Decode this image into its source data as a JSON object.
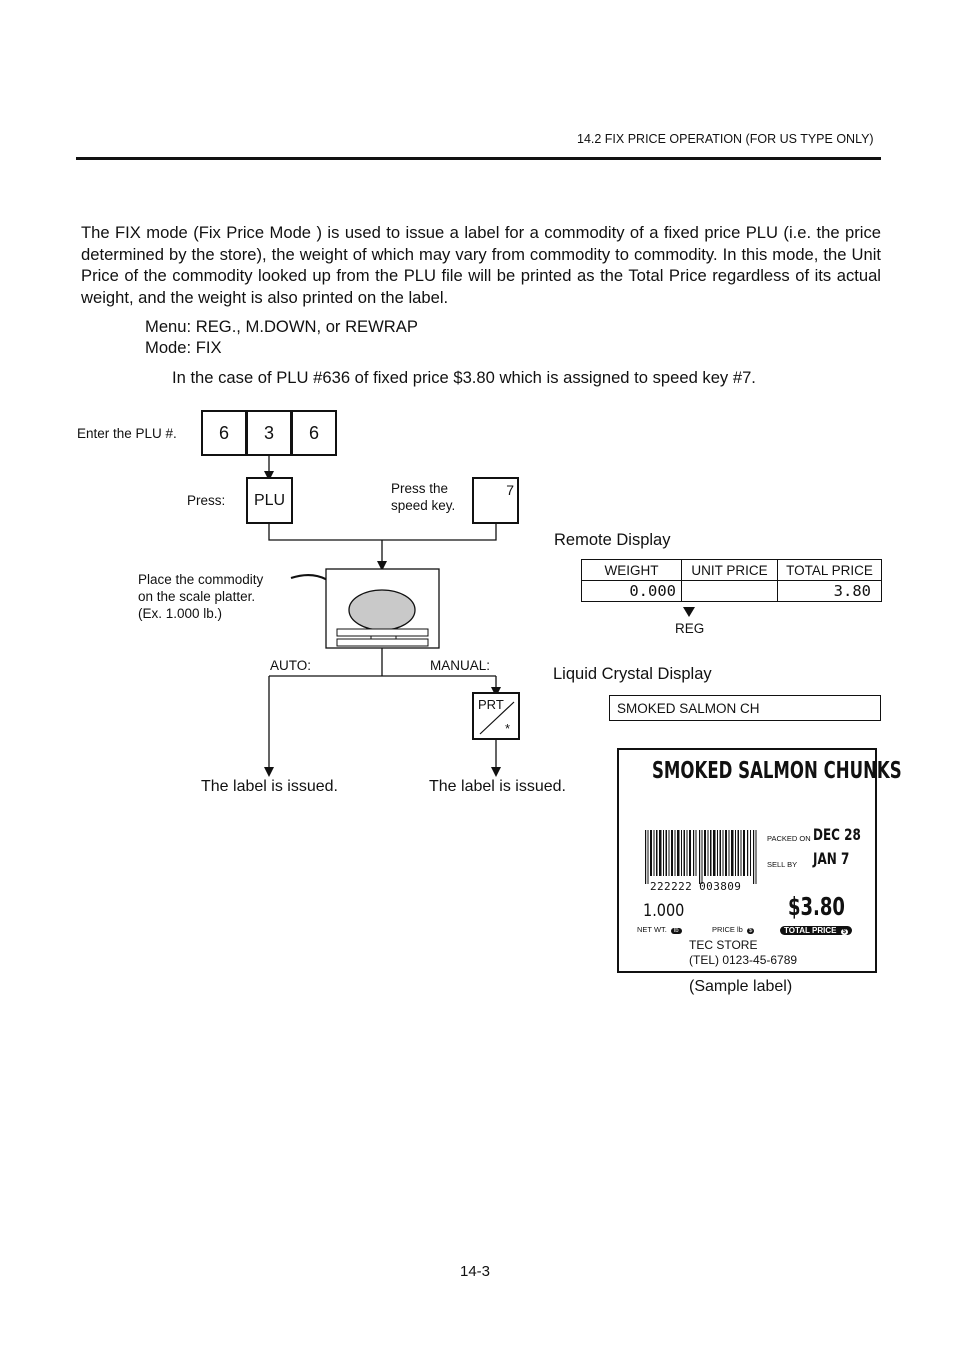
{
  "header": {
    "section_title": "14.2 FIX PRICE OPERATION (FOR US TYPE ONLY)"
  },
  "body": {
    "paragraph": "The FIX mode (Fix Price Mode ) is used to issue a label for a commodity of a fixed price PLU (i.e. the price determined by the store), the weight of which may vary from commodity to commodity.  In this mode, the Unit Price of the commodity looked up from the PLU file will be printed as the Total Price regardless of its actual weight, and the weight is also printed on the label.",
    "menu_line": "Menu: REG., M.DOWN, or REWRAP",
    "mode_line": "Mode: FIX",
    "case_line": "In the case of PLU #636 of fixed price $3.80 which is assigned to speed key #7."
  },
  "diagram": {
    "enter_plu_label": "Enter the PLU #.",
    "plu_digits": [
      "6",
      "3",
      "6"
    ],
    "press_label": "Press:",
    "plu_key_label": "PLU",
    "speed_key_text": "Press the\nspeed key.",
    "speed_key_label": "7",
    "place_text": "Place the commodity\non the scale platter.\n(Ex. 1.000 lb.)",
    "auto_label": "AUTO:",
    "manual_label": "MANUAL:",
    "prt_key_label": "PRT",
    "prt_key_sub": "*",
    "label_issued_auto": "The label is issued.",
    "label_issued_manual": "The label is issued."
  },
  "remote_display": {
    "title": "Remote Display",
    "headers": [
      "WEIGHT",
      "UNIT PRICE",
      "TOTAL PRICE"
    ],
    "values": [
      "0.000",
      "",
      "3.80"
    ],
    "indicator": "REG"
  },
  "lcd": {
    "title": "Liquid Crystal Display",
    "text": "SMOKED SALMON CH"
  },
  "sample_label": {
    "product_name": "SMOKED SALMON CHUNKS",
    "packed_on_label": "PACKED ON",
    "packed_on_value": "DEC 28",
    "sell_by_label": "SELL  BY",
    "sell_by_value": "JAN 7",
    "barcode_digits": "222222 003809",
    "net_weight": "1.000",
    "total_price": "$3.80",
    "net_wt_label": "NET  WT.",
    "net_wt_unit": "lb",
    "price_label": "PRICE  lb",
    "price_unit": "$",
    "total_price_label": "TOTAL PRICE",
    "total_price_unit": "$",
    "store_name": "TEC STORE",
    "store_tel": "(TEL) 0123-45-6789",
    "caption": "(Sample label)"
  },
  "footer": {
    "page_number": "14-3"
  }
}
